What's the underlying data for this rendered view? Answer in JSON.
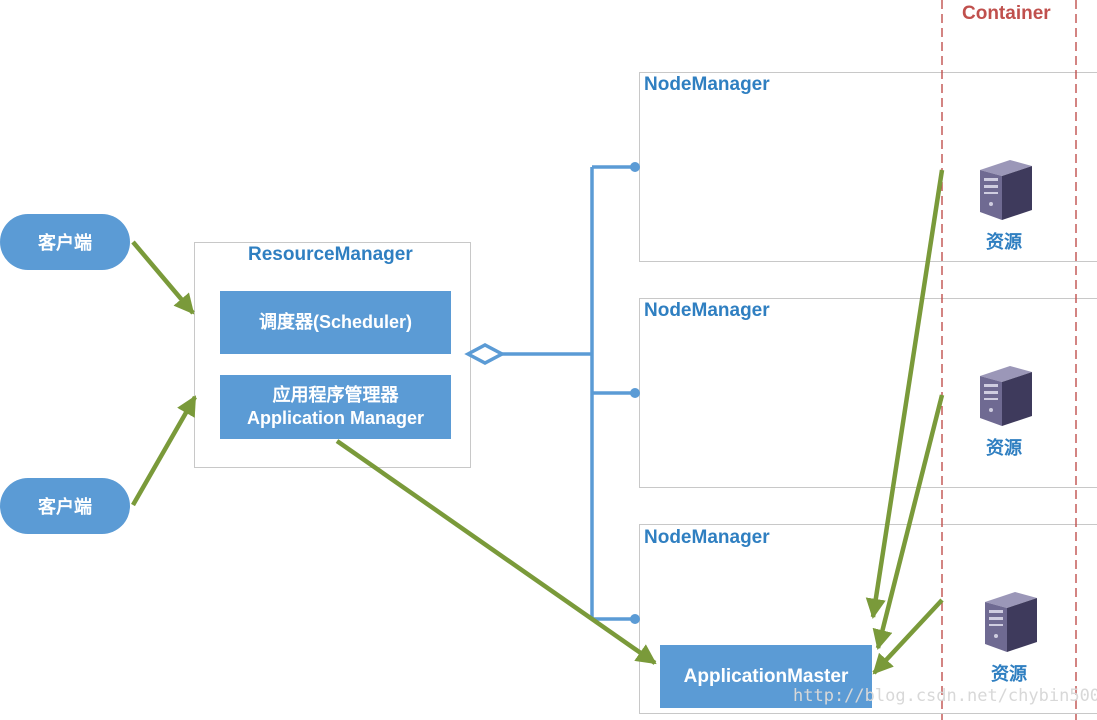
{
  "clients": [
    "客户端",
    "客户端"
  ],
  "resource_manager": {
    "title": "ResourceManager",
    "scheduler": "调度器(Scheduler)",
    "app_manager_line1": "应用程序管理器",
    "app_manager_line2": "Application Manager"
  },
  "node_managers": [
    "NodeManager",
    "NodeManager",
    "NodeManager"
  ],
  "container_label": "Container",
  "resources": [
    "资源",
    "资源",
    "资源"
  ],
  "application_master": "ApplicationMaster",
  "watermark": "http://blog.csdn.net/chybin500",
  "colors": {
    "client_fill": "#5b9bd5",
    "title_text": "#2f7fc1",
    "arrow_green": "#7a9a3a",
    "connector_blue": "#5b9bd5",
    "container_dash": "#c0504d"
  },
  "icons": [
    "server-icon",
    "aggregation-diamond",
    "arrowhead"
  ]
}
